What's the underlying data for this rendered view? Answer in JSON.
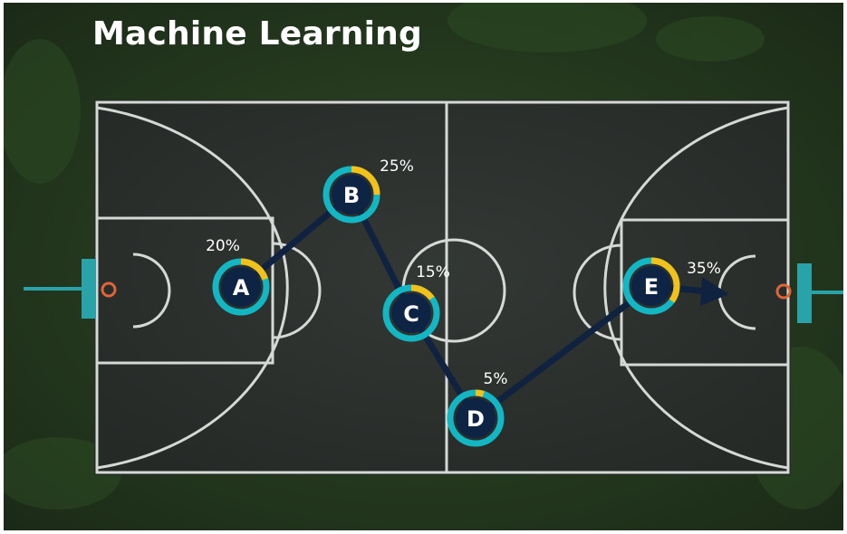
{
  "title": "Machine Learning",
  "colors": {
    "grass": "#24351f",
    "court": "#2c2f2d",
    "court_lines": "#e8ece8",
    "path": "#0f2340",
    "node_fill": "#0e2444",
    "ring_base": "#12b7c3",
    "ring_accent": "#f2c21a",
    "hoop_pole": "#2aa3a8",
    "rim": "#e0643a",
    "text": "#ffffff"
  },
  "nodes": [
    {
      "id": "A",
      "label": "A",
      "pct_label": "20%",
      "pct": 0.2
    },
    {
      "id": "B",
      "label": "B",
      "pct_label": "25%",
      "pct": 0.25
    },
    {
      "id": "C",
      "label": "C",
      "pct_label": "15%",
      "pct": 0.15
    },
    {
      "id": "D",
      "label": "D",
      "pct_label": "5%",
      "pct": 0.05
    },
    {
      "id": "E",
      "label": "E",
      "pct_label": "35%",
      "pct": 0.35
    }
  ],
  "path_order": [
    "A",
    "B",
    "C",
    "D",
    "E"
  ]
}
